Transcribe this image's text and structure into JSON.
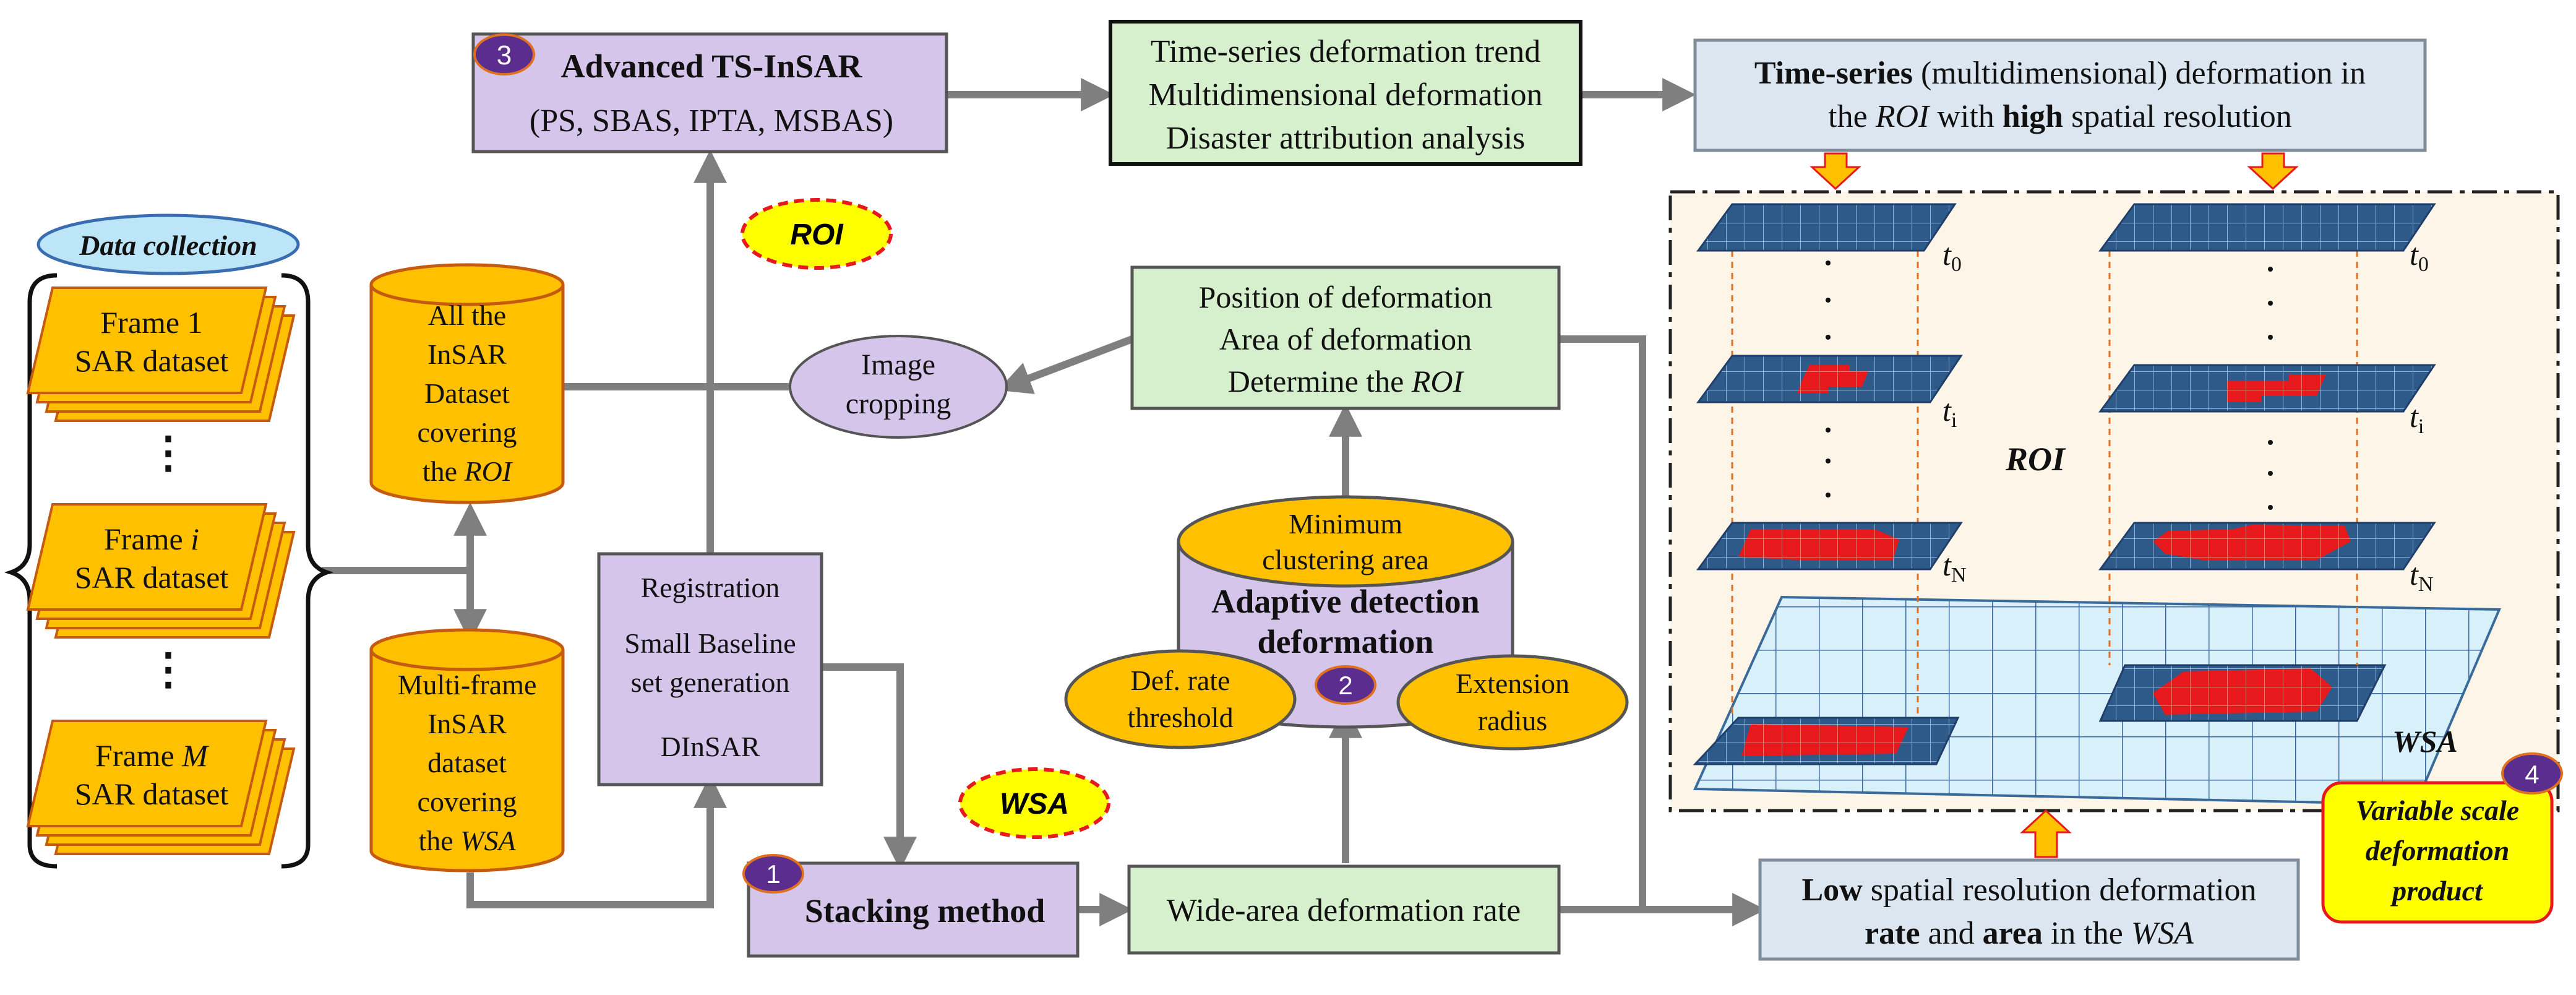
{
  "data_collection": {
    "title": "Data collection",
    "frames": [
      {
        "line1": "Frame 1",
        "line2": "SAR dataset"
      },
      {
        "prefix": "Frame ",
        "var": "i",
        "line2": "SAR dataset"
      },
      {
        "prefix": "Frame ",
        "var": "M",
        "line2": "SAR dataset"
      }
    ],
    "dots": "⋮"
  },
  "cyl_roi": {
    "lines": [
      "All the",
      "InSAR",
      "Dataset",
      "covering"
    ],
    "last_prefix": "the ",
    "last_var": "ROI"
  },
  "cyl_wsa": {
    "lines": [
      "Multi-frame",
      "InSAR",
      "dataset",
      "covering"
    ],
    "last_prefix": "the ",
    "last_var": "WSA"
  },
  "registration": {
    "l1": "Registration",
    "l2": "Small Baseline",
    "l3": "set generation",
    "l4": "DInSAR"
  },
  "advanced": {
    "badge": "3",
    "title": "Advanced TS-InSAR",
    "sub": "(PS, SBAS, IPTA, MSBAS)"
  },
  "ts_trend": {
    "l1": "Time-series deformation trend",
    "l2": "Multidimensional deformation",
    "l3": "Disaster attribution analysis"
  },
  "ts_def": {
    "bold1": "Time-series",
    "rest1": " (multidimensional) deformation in",
    "pre2": "the ",
    "roi": "ROI",
    "mid2": " with ",
    "bold2": "high",
    "post2": " spatial resolution"
  },
  "roi_tag": "ROI",
  "wsa_tag": "WSA",
  "image_cropping": {
    "l1": "Image",
    "l2": "cropping"
  },
  "position_box": {
    "l1": "Position of deformation",
    "l2": "Area of deformation",
    "l3pre": "Determine the ",
    "l3var": "ROI"
  },
  "adaptive": {
    "top1": "Minimum",
    "top2": "clustering area",
    "title1": "Adaptive detection",
    "title2": "deformation",
    "badge": "2",
    "left1": "Def. rate",
    "left2": "threshold",
    "right1": "Extension",
    "right2": "radius"
  },
  "stacking": {
    "badge": "1",
    "label": "Stacking method"
  },
  "wide_rate": "Wide-area deformation rate",
  "low_res": {
    "bold1": "Low",
    "rest1": " spatial resolution deformation",
    "bold2a": "rate",
    "mid2": " and ",
    "bold2b": "area",
    "post2": " in the ",
    "var2": "WSA"
  },
  "diagram3d": {
    "roi_label": "ROI",
    "wsa_label": "WSA",
    "t0": "t",
    "t0sub": "0",
    "ti": "t",
    "tisub": "i",
    "tN": "t",
    "tNsub": "N"
  },
  "product": {
    "badge": "4",
    "l1": "Variable scale",
    "l2": "deformation",
    "l3": "product"
  },
  "colors": {
    "orange": "#FFC000",
    "purple": "#D5C5EA",
    "green": "#D6EFCC",
    "blue_box": "#DCE6F1",
    "grid_blue": "#2E5A8A",
    "red": "#E8191C",
    "yellow": "#FFFF00",
    "badge": "#5A2D8E",
    "arrow": "#7F7F7F"
  }
}
